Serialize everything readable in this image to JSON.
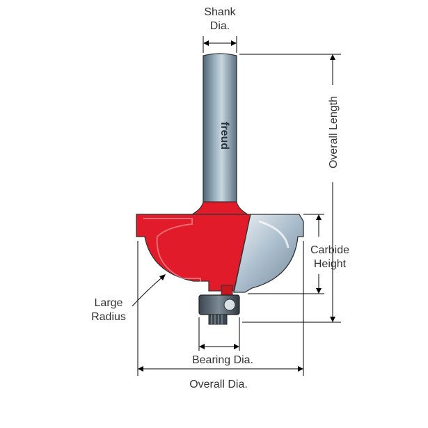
{
  "labels": {
    "shank_dia_line1": "Shank",
    "shank_dia_line2": "Dia.",
    "overall_length": "Overall Length",
    "carbide_height_line1": "Carbide",
    "carbide_height_line2": "Height",
    "large_radius_line1": "Large",
    "large_radius_line2": "Radius",
    "bearing_dia": "Bearing Dia.",
    "overall_dia": "Overall Dia."
  },
  "brand": {
    "logo_text": "freud"
  },
  "colors": {
    "label_text": "#333333",
    "cutter_body": "#e21b2a",
    "steel": "#8fa6b7",
    "outline": "#333333"
  }
}
